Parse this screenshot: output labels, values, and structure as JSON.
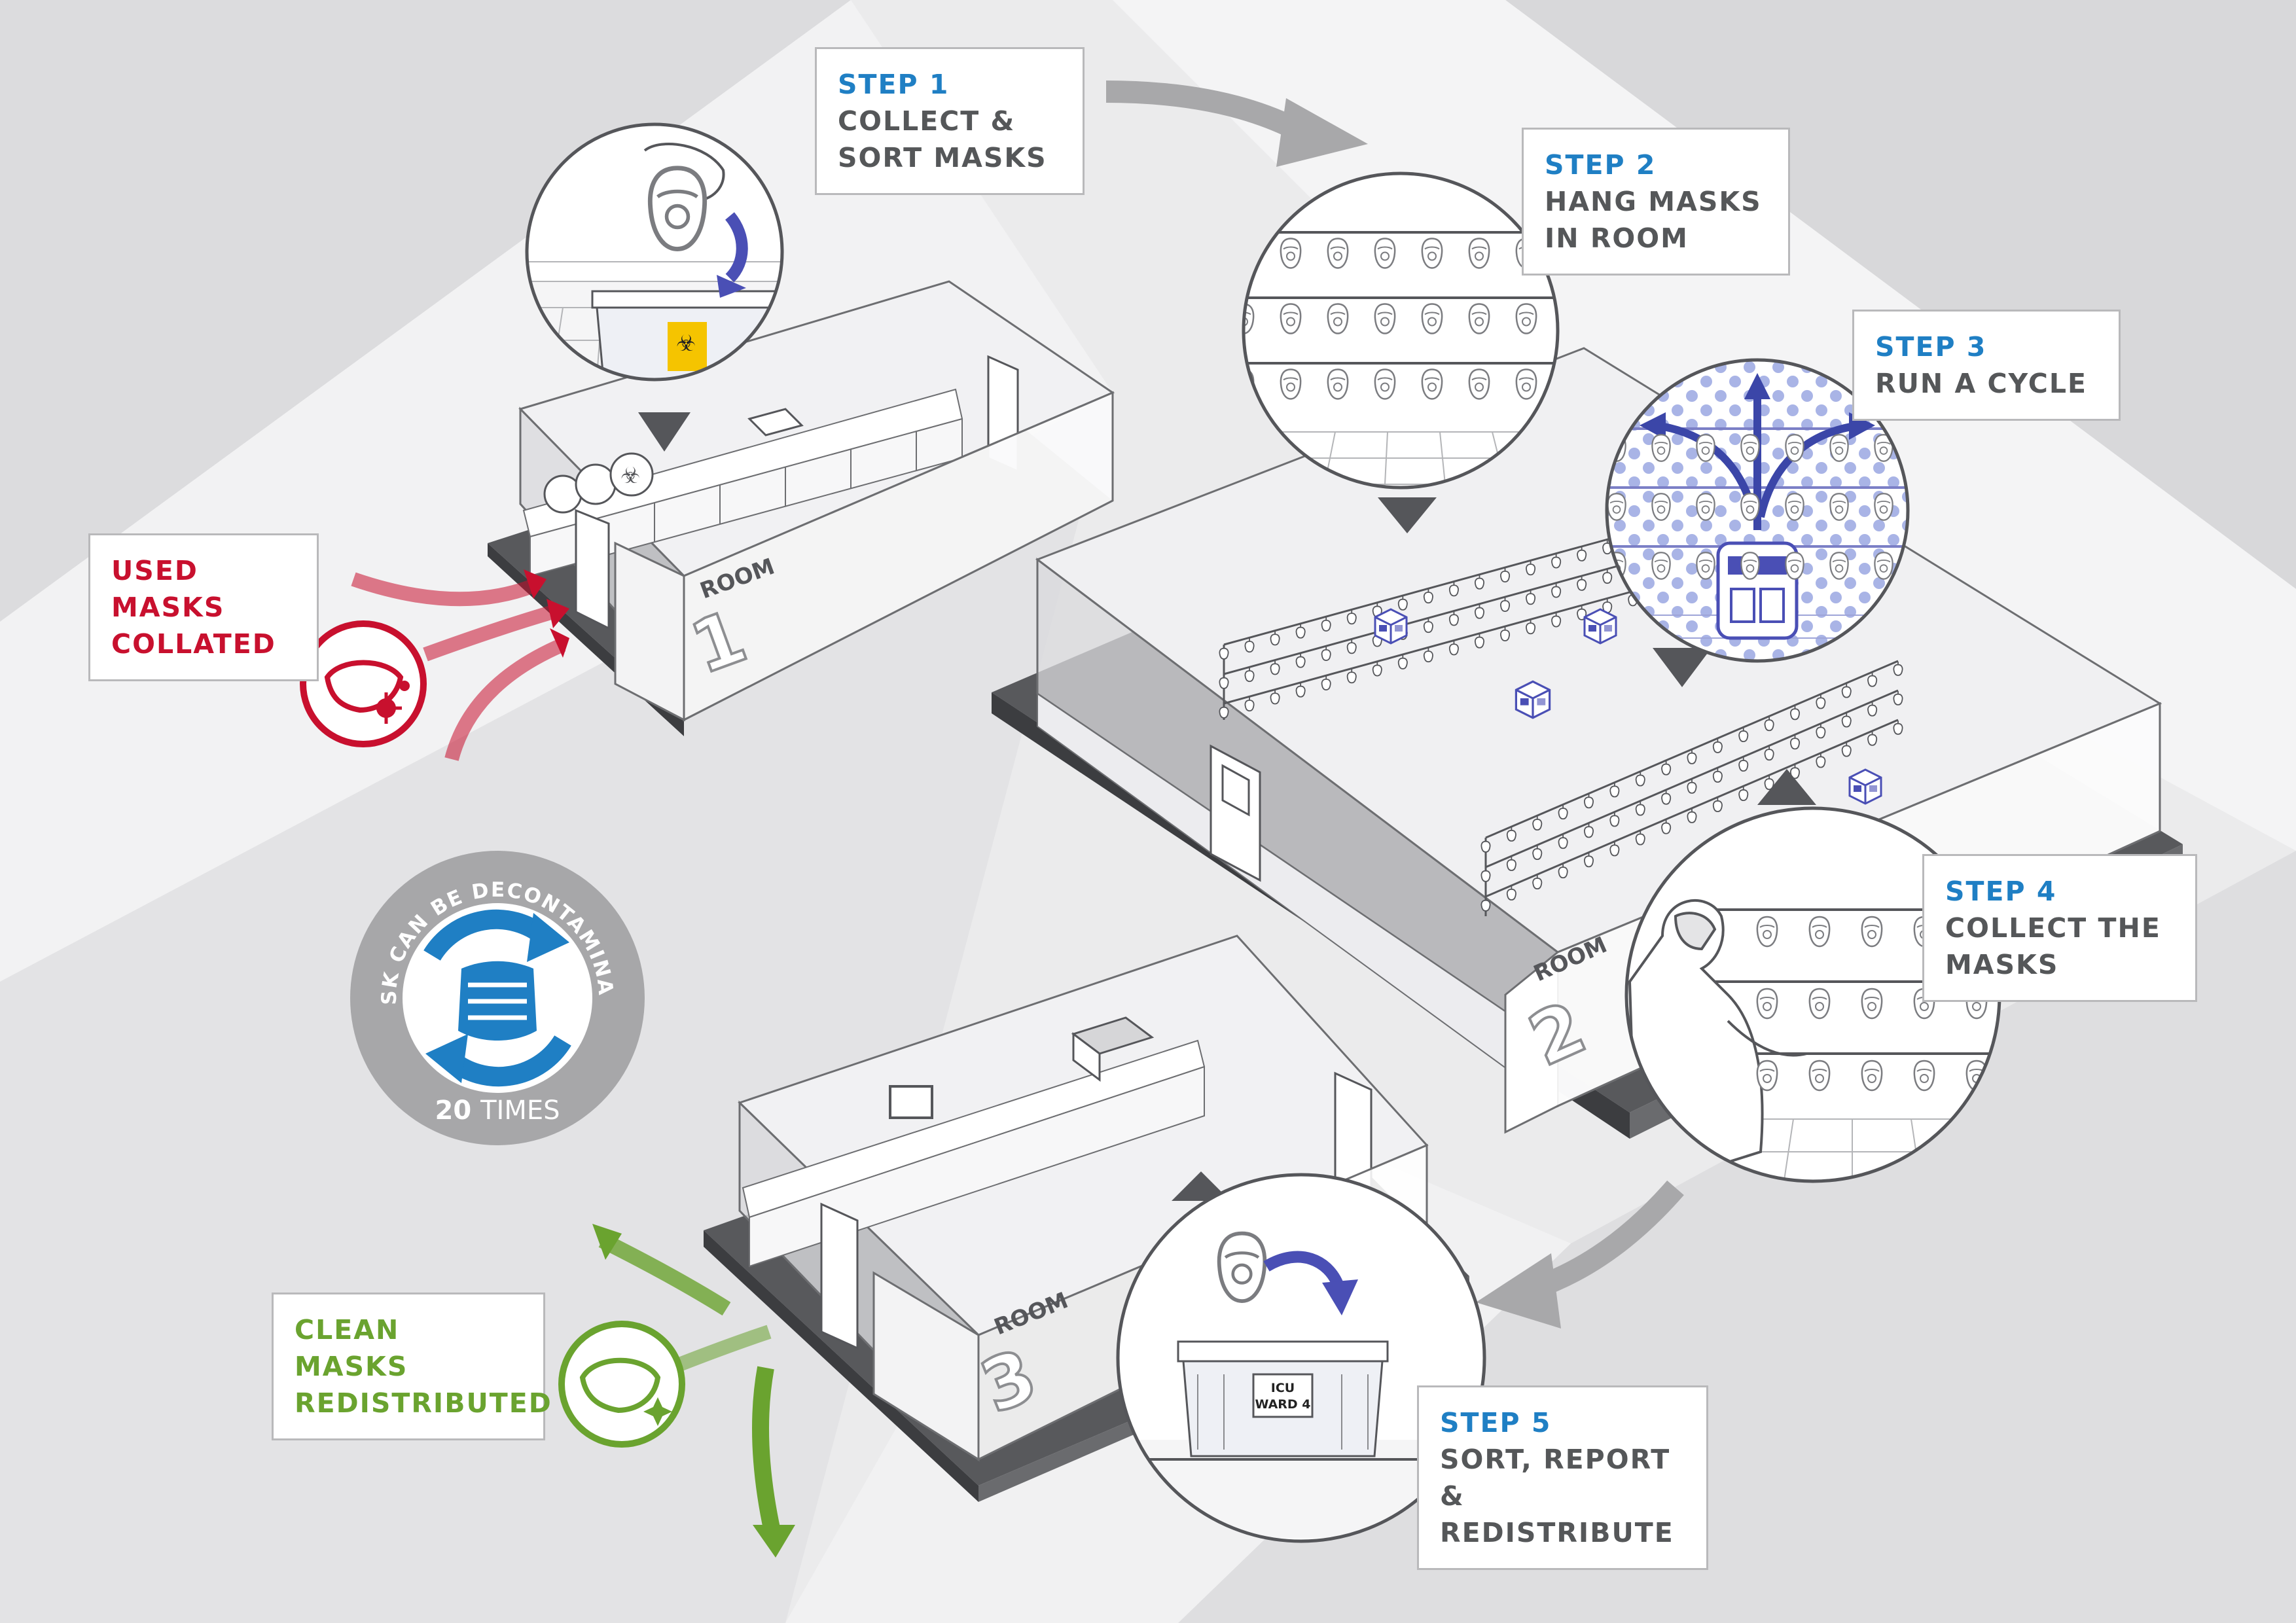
{
  "colors": {
    "step_blue": "#1f7fc4",
    "text_gray": "#555759",
    "used_red": "#c8102e",
    "clean_green": "#6aa32f",
    "device_blue": "#4a4fb5",
    "badge_gray": "#a7a7a9"
  },
  "steps": [
    {
      "step": "STEP 1",
      "lines": [
        "COLLECT &",
        "SORT MASKS"
      ]
    },
    {
      "step": "STEP 2",
      "lines": [
        "HANG MASKS",
        "IN ROOM"
      ]
    },
    {
      "step": "STEP 3",
      "lines": [
        "RUN A CYCLE"
      ]
    },
    {
      "step": "STEP 4",
      "lines": [
        "COLLECT THE",
        "MASKS"
      ]
    },
    {
      "step": "STEP 5",
      "lines": [
        "SORT, REPORT &",
        "REDISTRIBUTE"
      ]
    }
  ],
  "used_callout": {
    "lines": [
      "USED MASKS",
      "COLLATED"
    ]
  },
  "clean_callout": {
    "lines": [
      "CLEAN MASKS",
      "REDISTRIBUTED"
    ]
  },
  "rooms": [
    {
      "label": "ROOM",
      "number": "1"
    },
    {
      "label": "ROOM",
      "number": "2"
    },
    {
      "label": "ROOM",
      "number": "3"
    }
  ],
  "badge": {
    "arc_text": "MASK CAN BE DECONTAMINATED",
    "count": "20",
    "unit": "TIMES"
  },
  "bin_label": {
    "line1": "ICU",
    "line2": "WARD 4"
  },
  "icons": [
    "biohazard-icon",
    "used-mask-virus-icon",
    "clean-mask-sparkle-icon",
    "recycle-mask-icon",
    "decontamination-device-icon"
  ]
}
